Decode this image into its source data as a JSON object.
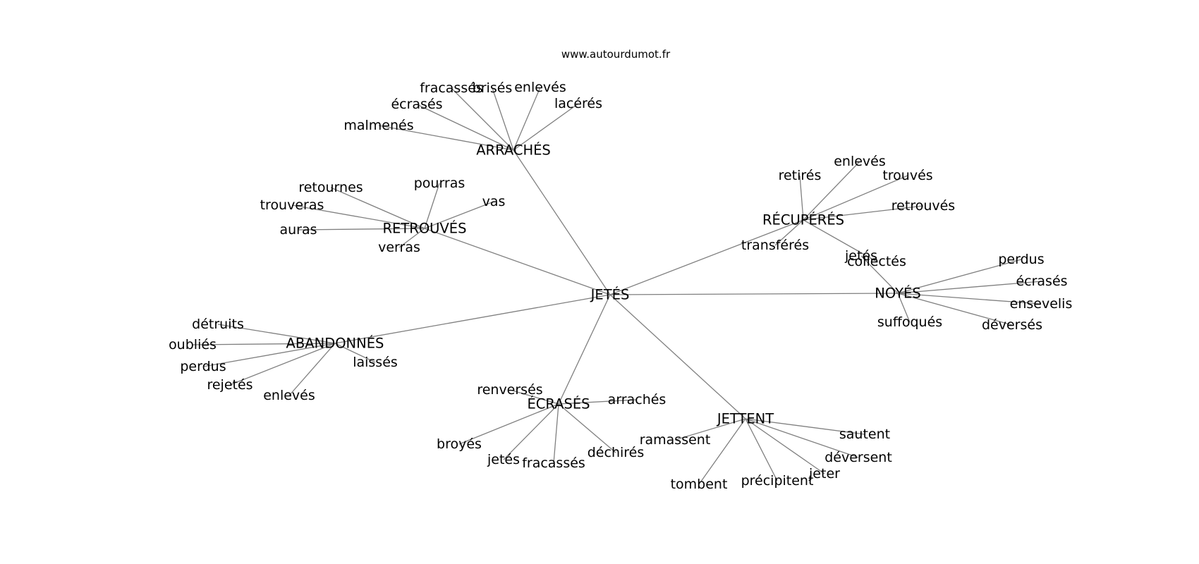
{
  "source": "www.autourdumot.fr",
  "colors": {
    "edge": "#7f7f7f",
    "text": "#000000",
    "background": "#ffffff"
  },
  "nodes": [
    {
      "id": "jetes",
      "label": "JETÉS",
      "hub": true
    },
    {
      "id": "arraches",
      "label": "ARRACHÉS",
      "hub": true
    },
    {
      "id": "retrouves",
      "label": "RETROUVÉS",
      "hub": true
    },
    {
      "id": "recuperes",
      "label": "RÉCUPÉRÉS",
      "hub": true
    },
    {
      "id": "noyes",
      "label": "NOYÉS",
      "hub": true
    },
    {
      "id": "abandonnes",
      "label": "ABANDONNÉS",
      "hub": true
    },
    {
      "id": "ecrases",
      "label": "ÉCRASÉS",
      "hub": true
    },
    {
      "id": "jettent",
      "label": "JETTENT",
      "hub": true
    },
    {
      "id": "a1",
      "label": "fracassés"
    },
    {
      "id": "a2",
      "label": "brisés"
    },
    {
      "id": "a3",
      "label": "enlevés"
    },
    {
      "id": "a4",
      "label": "lacérés"
    },
    {
      "id": "a5",
      "label": "écrasés"
    },
    {
      "id": "a6",
      "label": "malmenés"
    },
    {
      "id": "r1",
      "label": "retournes"
    },
    {
      "id": "r2",
      "label": "pourras"
    },
    {
      "id": "r3",
      "label": "vas"
    },
    {
      "id": "r4",
      "label": "trouveras"
    },
    {
      "id": "r5",
      "label": "auras"
    },
    {
      "id": "r6",
      "label": "verras"
    },
    {
      "id": "c1",
      "label": "retirés"
    },
    {
      "id": "c2",
      "label": "enlevés"
    },
    {
      "id": "c3",
      "label": "trouvés"
    },
    {
      "id": "c4",
      "label": "retrouvés"
    },
    {
      "id": "c5",
      "label": "transférés"
    },
    {
      "id": "c6",
      "label": "collectés"
    },
    {
      "id": "n1",
      "label": "jetés"
    },
    {
      "id": "n2",
      "label": "perdus"
    },
    {
      "id": "n3",
      "label": "écrasés"
    },
    {
      "id": "n4",
      "label": "ensevelis"
    },
    {
      "id": "n5",
      "label": "déversés"
    },
    {
      "id": "n6",
      "label": "suffoqués"
    },
    {
      "id": "b1",
      "label": "détruits"
    },
    {
      "id": "b2",
      "label": "oubliés"
    },
    {
      "id": "b3",
      "label": "perdus"
    },
    {
      "id": "b4",
      "label": "rejetés"
    },
    {
      "id": "b5",
      "label": "enlevés"
    },
    {
      "id": "b6",
      "label": "laissés"
    },
    {
      "id": "e1",
      "label": "renversés"
    },
    {
      "id": "e2",
      "label": "arrachés"
    },
    {
      "id": "e3",
      "label": "broyés"
    },
    {
      "id": "e4",
      "label": "jetés"
    },
    {
      "id": "e5",
      "label": "fracassés"
    },
    {
      "id": "e6",
      "label": "déchirés"
    },
    {
      "id": "t1",
      "label": "sautent"
    },
    {
      "id": "t2",
      "label": "ramassent"
    },
    {
      "id": "t3",
      "label": "déversent"
    },
    {
      "id": "t4",
      "label": "jeter"
    },
    {
      "id": "t5",
      "label": "précipitent"
    },
    {
      "id": "t6",
      "label": "tombent"
    }
  ],
  "edges": [
    [
      "jetes",
      "arraches"
    ],
    [
      "jetes",
      "retrouves"
    ],
    [
      "jetes",
      "recuperes"
    ],
    [
      "jetes",
      "noyes"
    ],
    [
      "jetes",
      "abandonnes"
    ],
    [
      "jetes",
      "ecrases"
    ],
    [
      "jetes",
      "jettent"
    ],
    [
      "arraches",
      "a1"
    ],
    [
      "arraches",
      "a2"
    ],
    [
      "arraches",
      "a3"
    ],
    [
      "arraches",
      "a4"
    ],
    [
      "arraches",
      "a5"
    ],
    [
      "arraches",
      "a6"
    ],
    [
      "retrouves",
      "r1"
    ],
    [
      "retrouves",
      "r2"
    ],
    [
      "retrouves",
      "r3"
    ],
    [
      "retrouves",
      "r4"
    ],
    [
      "retrouves",
      "r5"
    ],
    [
      "retrouves",
      "r6"
    ],
    [
      "recuperes",
      "c1"
    ],
    [
      "recuperes",
      "c2"
    ],
    [
      "recuperes",
      "c3"
    ],
    [
      "recuperes",
      "c4"
    ],
    [
      "recuperes",
      "c5"
    ],
    [
      "recuperes",
      "c6"
    ],
    [
      "noyes",
      "n1"
    ],
    [
      "noyes",
      "n2"
    ],
    [
      "noyes",
      "n3"
    ],
    [
      "noyes",
      "n4"
    ],
    [
      "noyes",
      "n5"
    ],
    [
      "noyes",
      "n6"
    ],
    [
      "abandonnes",
      "b1"
    ],
    [
      "abandonnes",
      "b2"
    ],
    [
      "abandonnes",
      "b3"
    ],
    [
      "abandonnes",
      "b4"
    ],
    [
      "abandonnes",
      "b5"
    ],
    [
      "abandonnes",
      "b6"
    ],
    [
      "ecrases",
      "e1"
    ],
    [
      "ecrases",
      "e2"
    ],
    [
      "ecrases",
      "e3"
    ],
    [
      "ecrases",
      "e4"
    ],
    [
      "ecrases",
      "e5"
    ],
    [
      "ecrases",
      "e6"
    ],
    [
      "jettent",
      "t1"
    ],
    [
      "jettent",
      "t2"
    ],
    [
      "jettent",
      "t3"
    ],
    [
      "jettent",
      "t4"
    ],
    [
      "jettent",
      "t5"
    ],
    [
      "jettent",
      "t6"
    ]
  ]
}
